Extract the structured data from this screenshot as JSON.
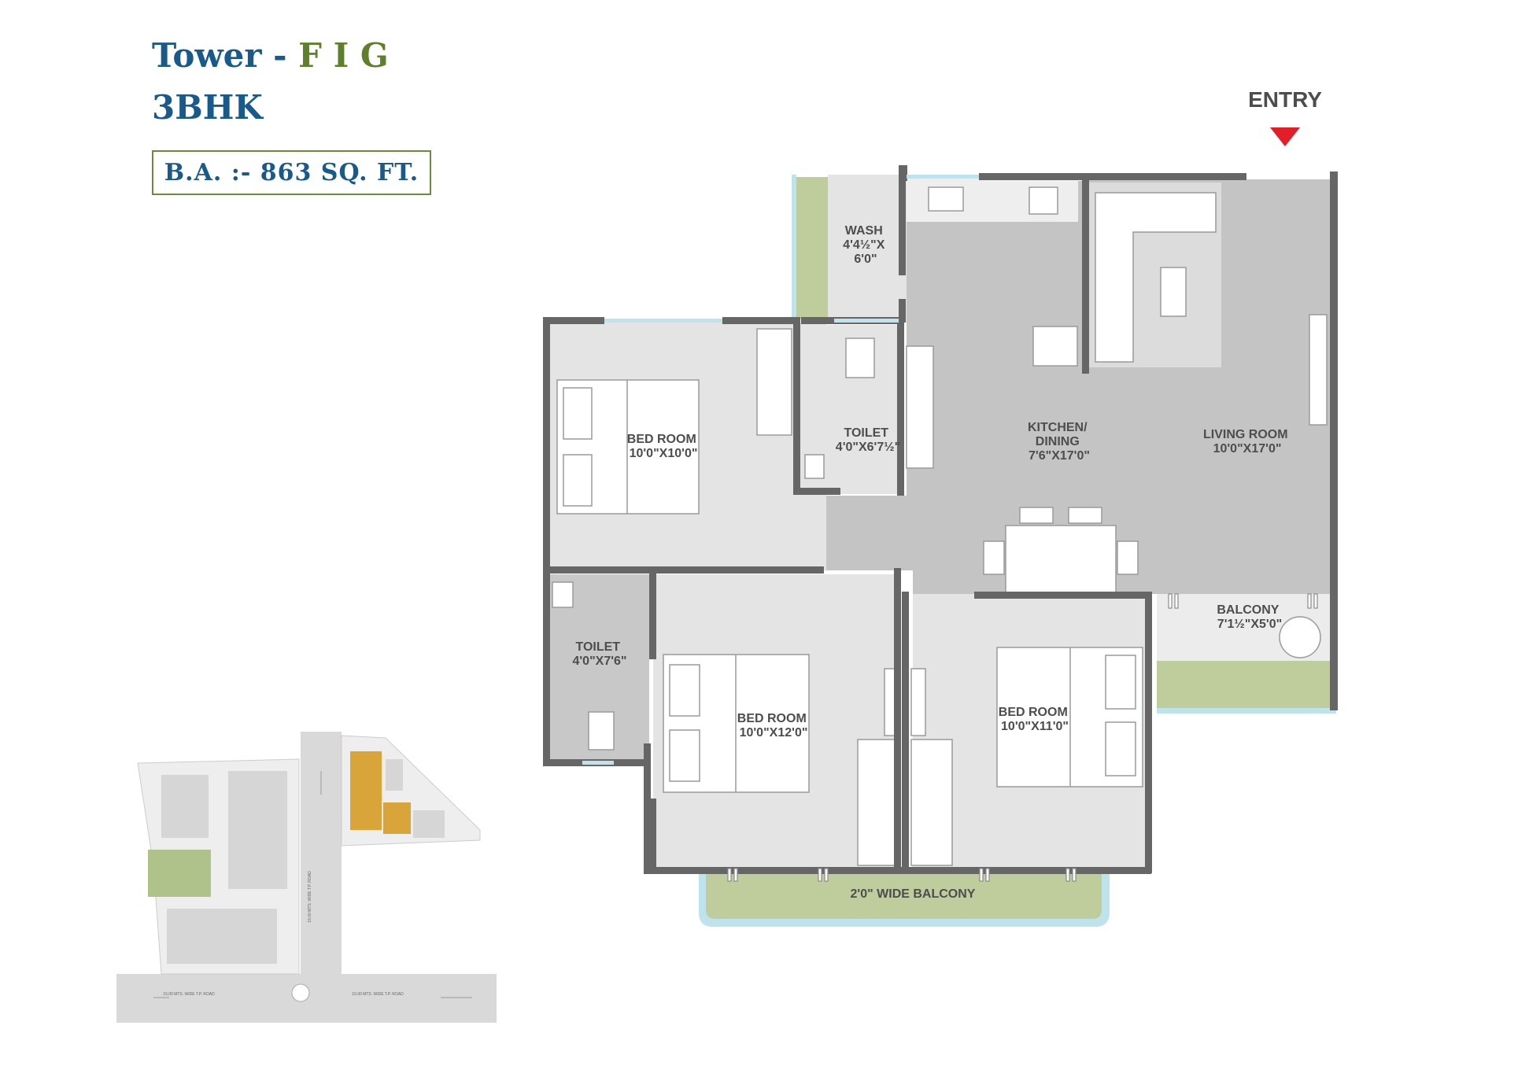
{
  "header": {
    "tower_prefix": "Tower - ",
    "tower_blocks": "F I G",
    "unit_type": "3BHK",
    "area": "B.A. :-  863 SQ. FT."
  },
  "entry": "ENTRY",
  "rooms": {
    "wash": [
      "WASH",
      "4'4½\"X",
      "6'0\""
    ],
    "toilet1": [
      "TOILET",
      "4'0\"X6'7½\""
    ],
    "bed1": [
      "BED ROOM",
      "10'0\"X10'0\""
    ],
    "kitchen": [
      "KITCHEN/",
      "DINING",
      "7'6\"X17'0\""
    ],
    "living": [
      "LIVING ROOM",
      "10'0\"X17'0\""
    ],
    "balcony": [
      "BALCONY",
      "7'1½\"X5'0\""
    ],
    "toilet2": [
      "TOILET",
      "4'0\"X7'6\""
    ],
    "bed2": [
      "BED ROOM",
      "10'0\"X12'0\""
    ],
    "bed3": [
      "BED ROOM",
      "10'0\"X11'0\""
    ],
    "wide_balcony": "2'0\" WIDE BALCONY"
  },
  "site": {
    "road_vertical": "15.00 MTS. WIDE T.P. ROAD",
    "road_left": "15.00 MTS. WIDE T.P. ROAD",
    "road_right": "15.00 MTS. WIDE T.P. ROAD"
  },
  "colors": {
    "title_blue": "#1a5a8a",
    "title_green": "#5e7f2b",
    "wall": "#666666",
    "floor_dark": "#c4c4c4",
    "floor_light": "#e2e2e2",
    "balcony_green": "#bfcc9c",
    "water_blue": "#bfe3ec",
    "entry_red": "#e21e26",
    "highlight_tower": "#d9a43a"
  }
}
